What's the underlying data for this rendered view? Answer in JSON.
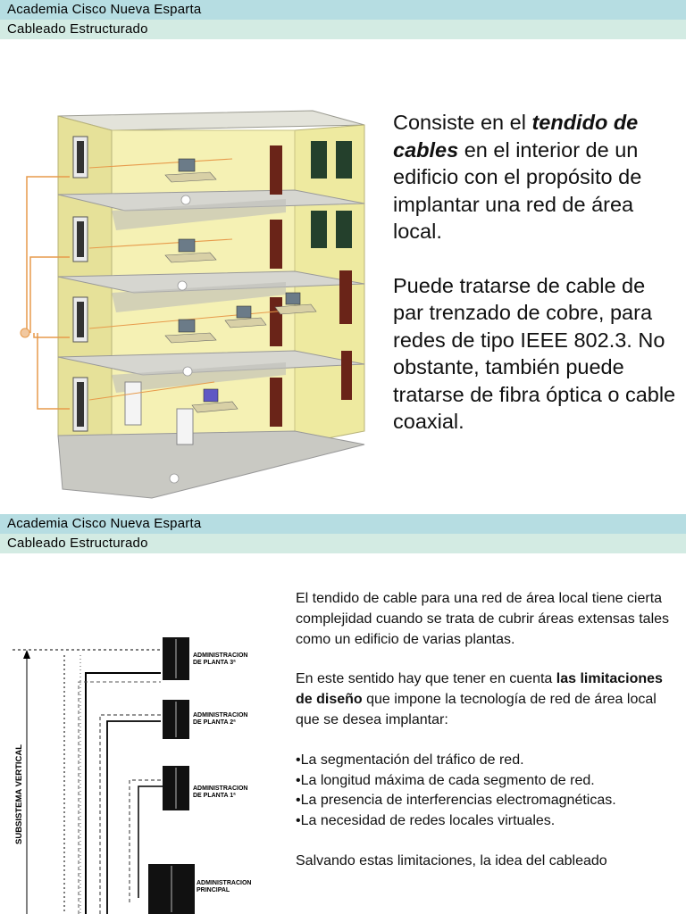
{
  "slide1": {
    "header_line1": "Academia Cisco Nueva Esparta",
    "header_line2": "Cableado Estructurado",
    "paragraph1": {
      "part1": "Consiste en el ",
      "emphasis": "tendido de cables",
      "part2": " en el interior de un edificio con el propósito de implantar una red de área local."
    },
    "paragraph2": "Puede tratarse de cable de par trenzado de cobre, para redes de tipo IEEE 802.3. No obstante, también puede tratarse de fibra óptica o cable coaxial."
  },
  "slide2": {
    "header_line1": "Academia Cisco Nueva Esparta",
    "header_line2": "Cableado Estructurado",
    "paragraph1": "El tendido de cable para una red de área local tiene cierta complejidad cuando se trata de cubrir áreas extensas tales como un edificio de varias plantas.",
    "paragraph2": {
      "part1": "En este sentido hay que tener en cuenta ",
      "emphasis": "las limitaciones de diseño",
      "part2": " que impone la tecnología de red de área local que se desea implantar:"
    },
    "bullets": [
      "La segmentación del tráfico de red.",
      "La longitud máxima de cada segmento de red.",
      "La presencia de interferencias electromagnéticas.",
      "La necesidad de redes locales virtuales."
    ],
    "paragraph3": "Salvando estas limitaciones, la idea del cableado",
    "diagram": {
      "axis_label": "SUBSISTEMA VERTICAL",
      "labels": [
        {
          "line1": "ADMINISTRACION",
          "line2": "DE PLANTA 3ª"
        },
        {
          "line1": "ADMINISTRACION",
          "line2": "DE PLANTA 2ª"
        },
        {
          "line1": "ADMINISTRACION",
          "line2": "DE PLANTA 1ª"
        },
        {
          "line1": "ADMINISTRACION",
          "line2": "PRINCIPAL"
        }
      ]
    }
  }
}
